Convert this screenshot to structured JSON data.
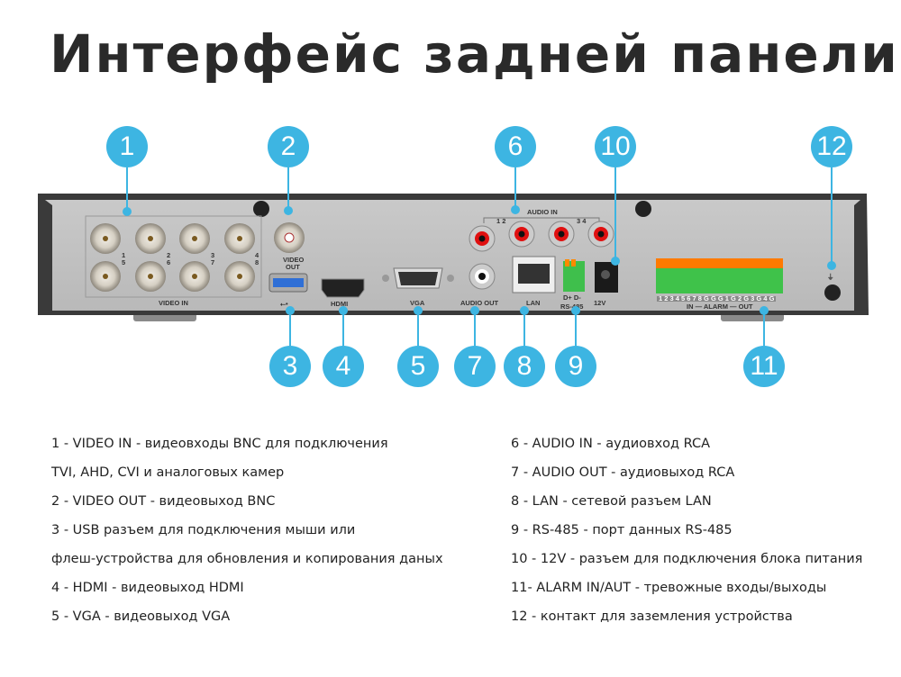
{
  "title": "Интерфейс задней панели",
  "accent_color": "#3db5e2",
  "callouts": [
    "1",
    "2",
    "3",
    "4",
    "5",
    "6",
    "7",
    "8",
    "9",
    "10",
    "11",
    "12"
  ],
  "panel_labels": {
    "video_in": "VIDEO IN",
    "video_out_1": "VIDEO",
    "video_out_2": "OUT",
    "hdmi": "HDMI",
    "vga": "VGA",
    "audio_in": "AUDIO IN",
    "audio_in_12": "1 2",
    "audio_in_34": "3 4",
    "audio_out": "AUDIO OUT",
    "lan": "LAN",
    "rs485_pins": "D+ D-",
    "rs485": "RS-485",
    "power": "12V",
    "alarm_pins": "1 2 3 4 5 6 7 8 G G G 1 G 2 G 3 G 4 G",
    "alarm": "IN — ALARM — OUT",
    "channels": [
      "1",
      "2",
      "3",
      "4",
      "5",
      "6",
      "7",
      "8"
    ]
  },
  "descriptions_left": [
    "1 - VIDEO IN - видеовходы BNC для подключения",
    "TVI, AHD, CVI и аналоговых камер",
    "2 - VIDEO OUT - видеовыход BNC",
    "3 - USB разъем для подключения мыши или",
    "флеш-устройства для обновления и копирования даных",
    "4 - HDMI - видеовыход HDMI",
    "5 - VGA - видеовыход VGA"
  ],
  "descriptions_right": [
    "6 - AUDIO IN - аудиовход RCA",
    "7 - AUDIO OUT - аудиовыход RCA",
    "8 - LAN - сетевой разъем LAN",
    "9 - RS-485 - порт данных RS-485",
    "10 - 12V - разъем для подключения блока питания",
    "11- ALARM IN/AUT - тревожные входы/выходы",
    "12 - контакт для заземления устройства"
  ]
}
